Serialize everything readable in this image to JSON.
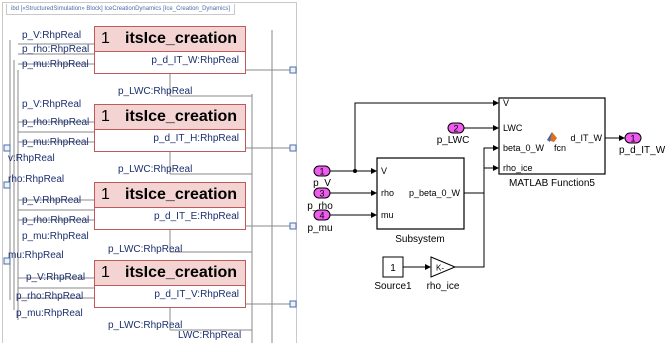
{
  "ibd": {
    "frame_title": "ibd [«StructuredSimulation» Block] IceCreationDynamics [Ice_Creation_Dynamics]",
    "parts": [
      {
        "mult": "1",
        "name": "itsIce_creation",
        "inputs": [
          "p_V:RhpReal",
          "p_rho:RhpReal",
          "p_mu:RhpReal"
        ],
        "output": "p_d_IT_W:RhpReal",
        "lwc": "p_LWC:RhpReal"
      },
      {
        "mult": "1",
        "name": "itsIce_creation",
        "inputs": [
          "p_V:RhpReal",
          "p_rho:RhpReal",
          "p_mu:RhpReal"
        ],
        "output": "p_d_IT_H:RhpReal",
        "lwc": "p_LWC:RhpReal"
      },
      {
        "mult": "1",
        "name": "itsIce_creation",
        "inputs": [
          "p_V:RhpReal",
          "p_rho:RhpReal",
          "p_mu:RhpReal"
        ],
        "output": "p_d_IT_E:RhpReal",
        "lwc": "p_LWC:RhpReal"
      },
      {
        "mult": "1",
        "name": "itsIce_creation",
        "inputs": [
          "p_V:RhpReal",
          "p_rho:RhpReal",
          "p_mu:RhpReal"
        ],
        "output": "p_d_IT_V:RhpReal",
        "lwc": "p_LWC:RhpReal"
      }
    ],
    "boundary_labels": [
      "v:RhpReal",
      "rho:RhpReal",
      "mu:RhpReal",
      "LWC:RhpReal"
    ]
  },
  "simulink": {
    "inports": [
      {
        "num": "1",
        "name": "p_V"
      },
      {
        "num": "2",
        "name": "p_LWC"
      },
      {
        "num": "3",
        "name": "p_rho"
      },
      {
        "num": "4",
        "name": "p_mu"
      }
    ],
    "outport": {
      "num": "1",
      "name": "p_d_IT_W"
    },
    "subsystem": {
      "name": "Subsystem",
      "in_ports": [
        "V",
        "rho",
        "mu"
      ],
      "out_port": "p_beta_0_W"
    },
    "matlab_fn": {
      "name": "MATLAB Function5",
      "in_ports": [
        "V",
        "LWC",
        "beta_0_W",
        "rho_ice"
      ],
      "out_port": "d_IT_W",
      "icon_label": "fcn"
    },
    "constant": {
      "value": "1",
      "name": "Source1"
    },
    "gain": {
      "value": "K-",
      "name": "rho_ice"
    }
  },
  "colors": {
    "inport_fill": "#ee5cee",
    "part_header": "#f4d4d2",
    "part_border": "#c05a5a",
    "ibd_text": "#1b2f6e",
    "port_blue": "#4a6ea8"
  }
}
